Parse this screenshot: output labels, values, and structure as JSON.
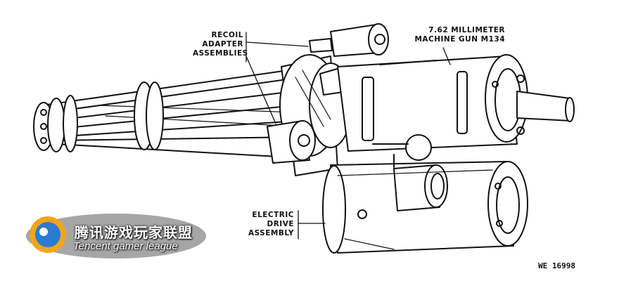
{
  "labels": {
    "recoil": [
      "RECOIL",
      "ADAPTER",
      "ASSEMBLIES"
    ],
    "gun": [
      "7.62 MILLIMETER",
      "MACHINE GUN M134"
    ],
    "drive": [
      "ELECTRIC",
      "DRIVE",
      "ASSEMBLY"
    ]
  },
  "figure_code": "WE 16998",
  "watermark": {
    "chinese": "腾讯游戏玩家联盟",
    "english": "Tencent gamer league"
  },
  "colors": {
    "ink": "#111111",
    "paper": "#ffffff",
    "logo_orange": "#f2a51c",
    "logo_blue": "#2a7bd1"
  }
}
